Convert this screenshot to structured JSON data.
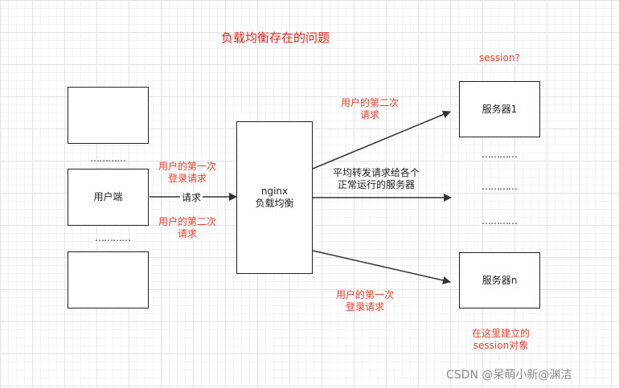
{
  "title": "负载均衡存在的问题",
  "nodes": {
    "client_top": "",
    "client": "用户端",
    "client_bottom": "",
    "nginx_line1": "nginx",
    "nginx_line2": "负载均衡",
    "server1": "服务器1",
    "servern": "服务器n"
  },
  "labels": {
    "session_q": "session?",
    "left_first_1": "用户的第一次",
    "left_first_2": "登录请求",
    "request": "请求",
    "left_second_1": "用户的第二次",
    "left_second_2": "请求",
    "top_second_1": "用户的第二次",
    "top_second_2": "请求",
    "middle_1": "平均转发请求给各个",
    "middle_2": "正常运行的服务器",
    "bottom_first_1": "用户的第一次",
    "bottom_first_2": "登录请求",
    "create_1": "在这里建立的",
    "create_2": "session对象"
  },
  "dots": "…………",
  "watermark": "CSDN @呆萌小新@渊洁",
  "colors": {
    "red": "#e8402f",
    "title_red": "#e3231b",
    "line": "#333333"
  }
}
